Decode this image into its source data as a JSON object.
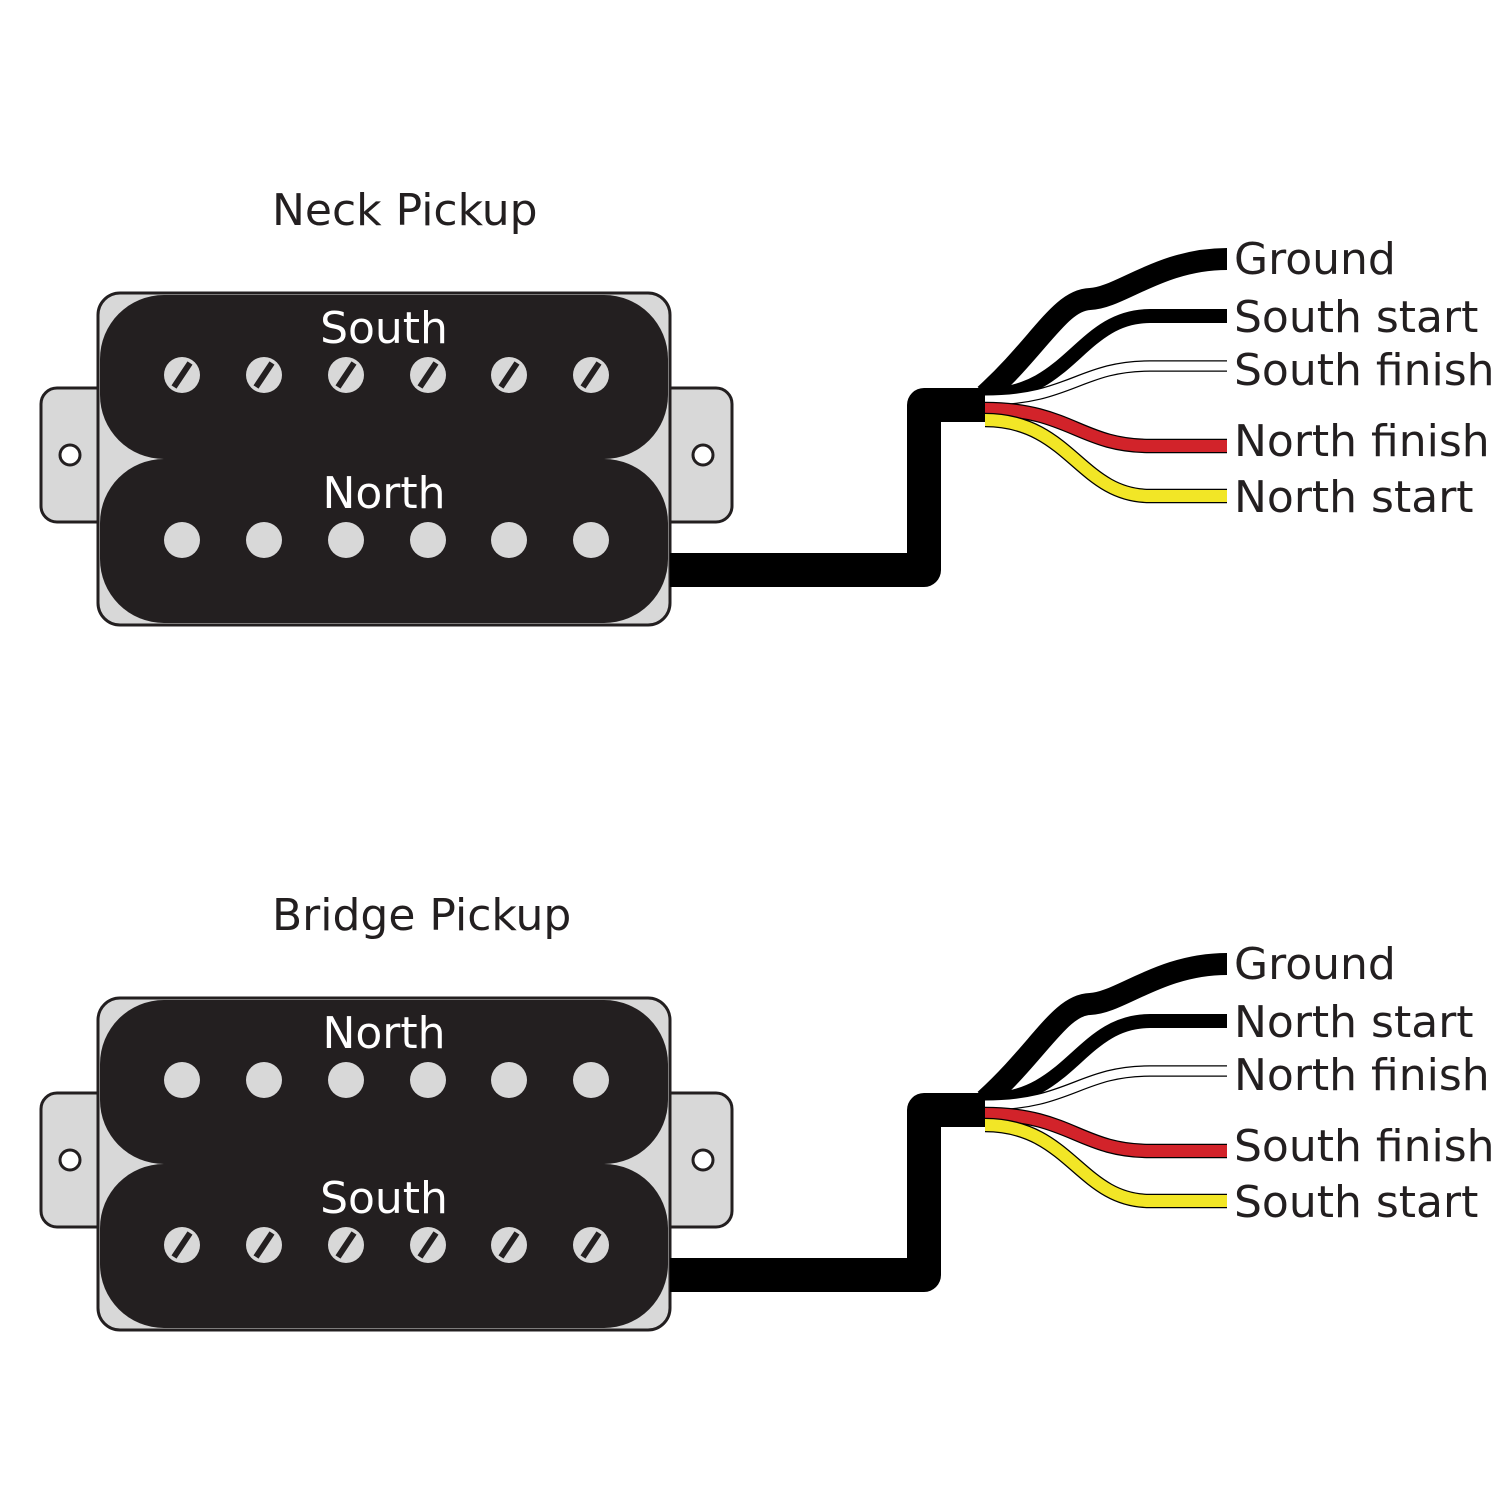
{
  "colors": {
    "body": "#231f20",
    "frame": "#d8d8d8",
    "pole": "#d8d8d8",
    "wire_black": "#000000",
    "wire_white": "#ffffff",
    "wire_red": "#d2232a",
    "wire_yellow": "#f2e626"
  },
  "pickups": [
    {
      "title": "Neck Pickup",
      "top_coil": {
        "label": "South",
        "pole_type": "slotted-screw"
      },
      "bottom_coil": {
        "label": "North",
        "pole_type": "round-slug"
      },
      "wires": [
        {
          "label": "Ground",
          "color": "black"
        },
        {
          "label": "South start",
          "color": "black"
        },
        {
          "label": "South finish",
          "color": "white"
        },
        {
          "label": "North finish",
          "color": "red"
        },
        {
          "label": "North start",
          "color": "yellow"
        }
      ]
    },
    {
      "title": "Bridge Pickup",
      "top_coil": {
        "label": "North",
        "pole_type": "round-slug"
      },
      "bottom_coil": {
        "label": "South",
        "pole_type": "slotted-screw"
      },
      "wires": [
        {
          "label": "Ground",
          "color": "black"
        },
        {
          "label": "North start",
          "color": "black"
        },
        {
          "label": "North finish",
          "color": "white"
        },
        {
          "label": "South finish",
          "color": "red"
        },
        {
          "label": "South start",
          "color": "yellow"
        }
      ]
    }
  ]
}
